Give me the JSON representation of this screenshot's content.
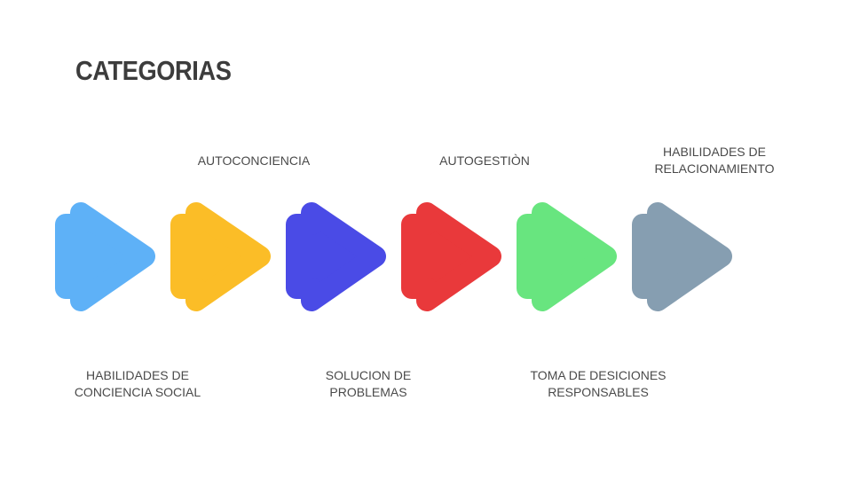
{
  "title": "CATEGORIAS",
  "steps": [
    {
      "color": "#5eb1f7"
    },
    {
      "color": "#fbbd27"
    },
    {
      "color": "#4a4be6"
    },
    {
      "color": "#e9393b"
    },
    {
      "color": "#68e57f"
    },
    {
      "color": "#869eb1"
    }
  ],
  "labels": {
    "top": [
      "AUTOCONCIENCIA",
      "AUTOGESTIÒN",
      "HABILIDADES DE\nRELACIONAMIENTO"
    ],
    "bottom": [
      "HABILIDADES DE\nCONCIENCIA  SOCIAL",
      "SOLUCION DE\nPROBLEMAS",
      "TOMA DE DESICIONES\nRESPONSABLES"
    ]
  }
}
